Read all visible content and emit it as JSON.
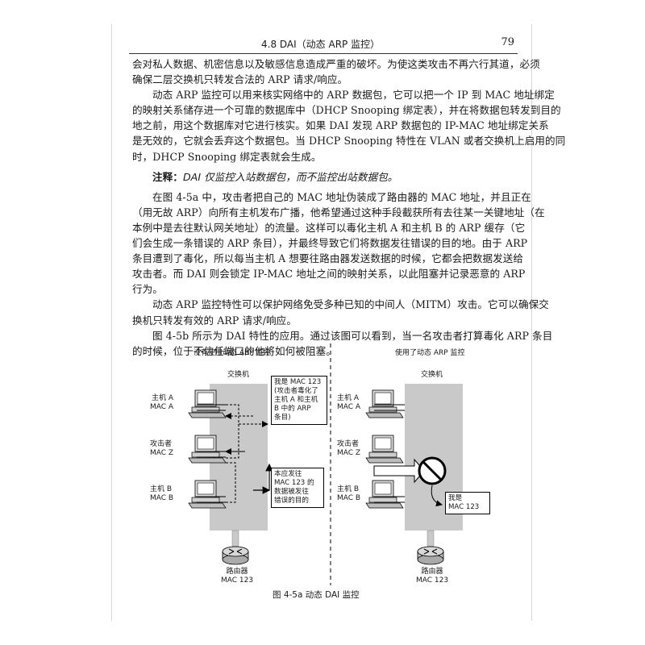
{
  "header": {
    "section": "4.8  DAI（动态 ARP 监控）",
    "page_number": "79"
  },
  "body": {
    "p1": [
      "会对私人数据、机密信息以及敏感信息造成严重的破坏。为使这类攻击不再六行其道，必须",
      "确保二层交换机只转发合法的 ARP 请求/响应。"
    ],
    "p2": [
      "动态 ARP 监控可以用来核实网络中的 ARP 数据包，它可以把一个 IP 到 MAC 地址绑定",
      "的映射关系储存进一个可靠的数据库中（DHCP Snooping 绑定表），并在将数据包转发到目的",
      "地之前，用这个数据库对它进行核实。如果 DAI 发现 ARP 数据包的 IP-MAC 地址绑定关系",
      "是无效的，它就会丢弃这个数据包。当 DHCP Snooping 特性在 VLAN 或者交换机上启用的同",
      "时，DHCP Snooping 绑定表就会生成。"
    ],
    "note_label": "注释：",
    "note_text": "DAI 仅监控入站数据包，而不监控出站数据包。",
    "p3": [
      "在图 4-5a 中，攻击者把自己的 MAC 地址伪装成了路由器的 MAC 地址，并且正在",
      "（用无故 ARP）向所有主机发布广播，他希望通过这种手段截获所有去往某一关键地址（在",
      "本例中是去往默认网关地址）的流量。这样可以毒化主机 A 和主机 B 的 ARP 缓存（它",
      "们会生成一条错误的 ARP 条目），并最终导致它们将数据发往错误的目的地。由于 ARP",
      "条目遭到了毒化，所以每当主机 A 想要往路由器发送数据的时候，它都会把数据发送给",
      "攻击者。而 DAI 则会锁定 IP-MAC 地址之间的映射关系，以此阻塞并记录恶意的 ARP",
      "行为。"
    ],
    "p4": [
      "动态 ARP 监控特性可以保护网络免受多种已知的中间人（MITM）攻击。它可以确保交",
      "换机只转发有效的 ARP 请求/响应。"
    ],
    "p5": [
      "图 4-5b 所示为 DAI 特性的应用。通过该图可以看到，当一名攻击者打算毒化 ARP 条目",
      "的时候，位于不信任端口的他将如何被阻塞。"
    ]
  },
  "figure": {
    "left_title": "没有使用动态 ARP 监控",
    "right_title": "使用了动态 ARP 监控",
    "switch_label": "交换机",
    "host_a": [
      "主机 A",
      "MAC A"
    ],
    "attacker": [
      "攻击者",
      "MAC Z"
    ],
    "host_b": [
      "主机 B",
      "MAC B"
    ],
    "router": [
      "路由器",
      "MAC 123"
    ],
    "callout_poison": "我是 MAC 123\n(攻击者毒化了\n主机 A 和主机\nB 中的 ARP\n条目)",
    "callout_wrong": "本应发往\nMAC 123 的\n数据被发往\n错误的目的",
    "callout_right": "我是\nMAC 123",
    "caption": "图 4-5a    动态 DAI 监控"
  }
}
